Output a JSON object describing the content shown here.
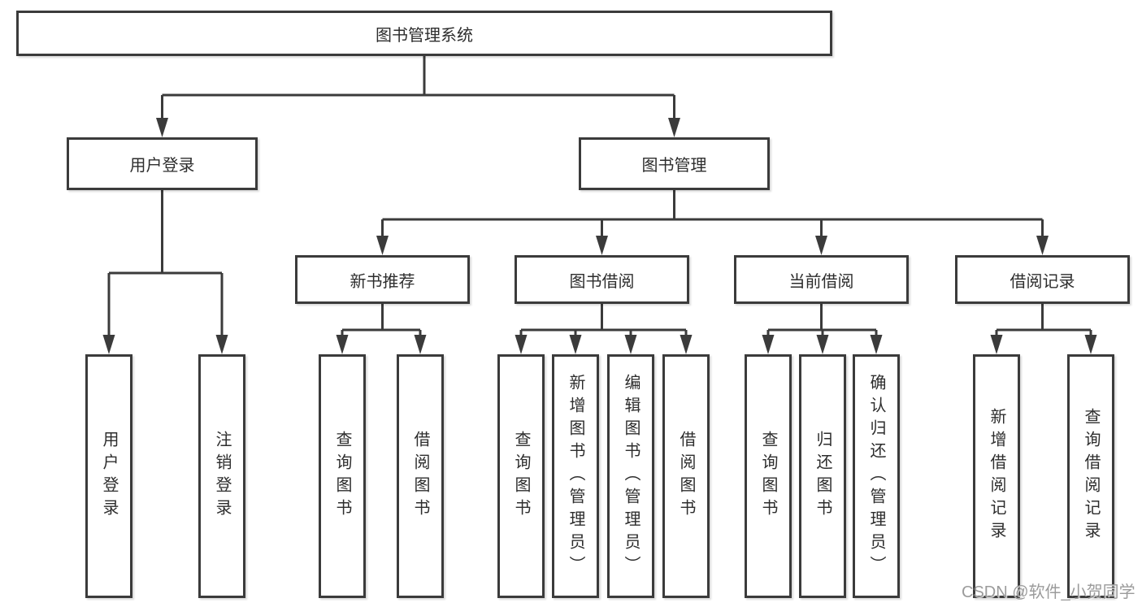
{
  "tree": {
    "label": "图书管理系统",
    "children": [
      {
        "label": "用户登录",
        "children": [
          {
            "label": "用户登录"
          },
          {
            "label": "注销登录"
          }
        ]
      },
      {
        "label": "图书管理",
        "children": [
          {
            "label": "新书推荐",
            "children": [
              {
                "label": "查询图书"
              },
              {
                "label": "借阅图书"
              }
            ]
          },
          {
            "label": "图书借阅",
            "children": [
              {
                "label": "查询图书"
              },
              {
                "label": "新增图书（管理员）"
              },
              {
                "label": "编辑图书（管理员）"
              },
              {
                "label": "借阅图书"
              }
            ]
          },
          {
            "label": "当前借阅",
            "children": [
              {
                "label": "查询图书"
              },
              {
                "label": "归还图书"
              },
              {
                "label": "确认归还（管理员）"
              }
            ]
          },
          {
            "label": "借阅记录",
            "children": [
              {
                "label": "新增借阅记录"
              },
              {
                "label": "查询借阅记录"
              }
            ]
          }
        ]
      }
    ]
  },
  "watermark": {
    "text": "CSDN @软件_小贺同学"
  },
  "colors": {
    "line": "#3b3b3b",
    "box_border": "#3b3b3b",
    "box_fill": "#ffffff",
    "text": "#2d2d2d",
    "watermark": "#9b9b9b",
    "background": "#ffffff"
  }
}
